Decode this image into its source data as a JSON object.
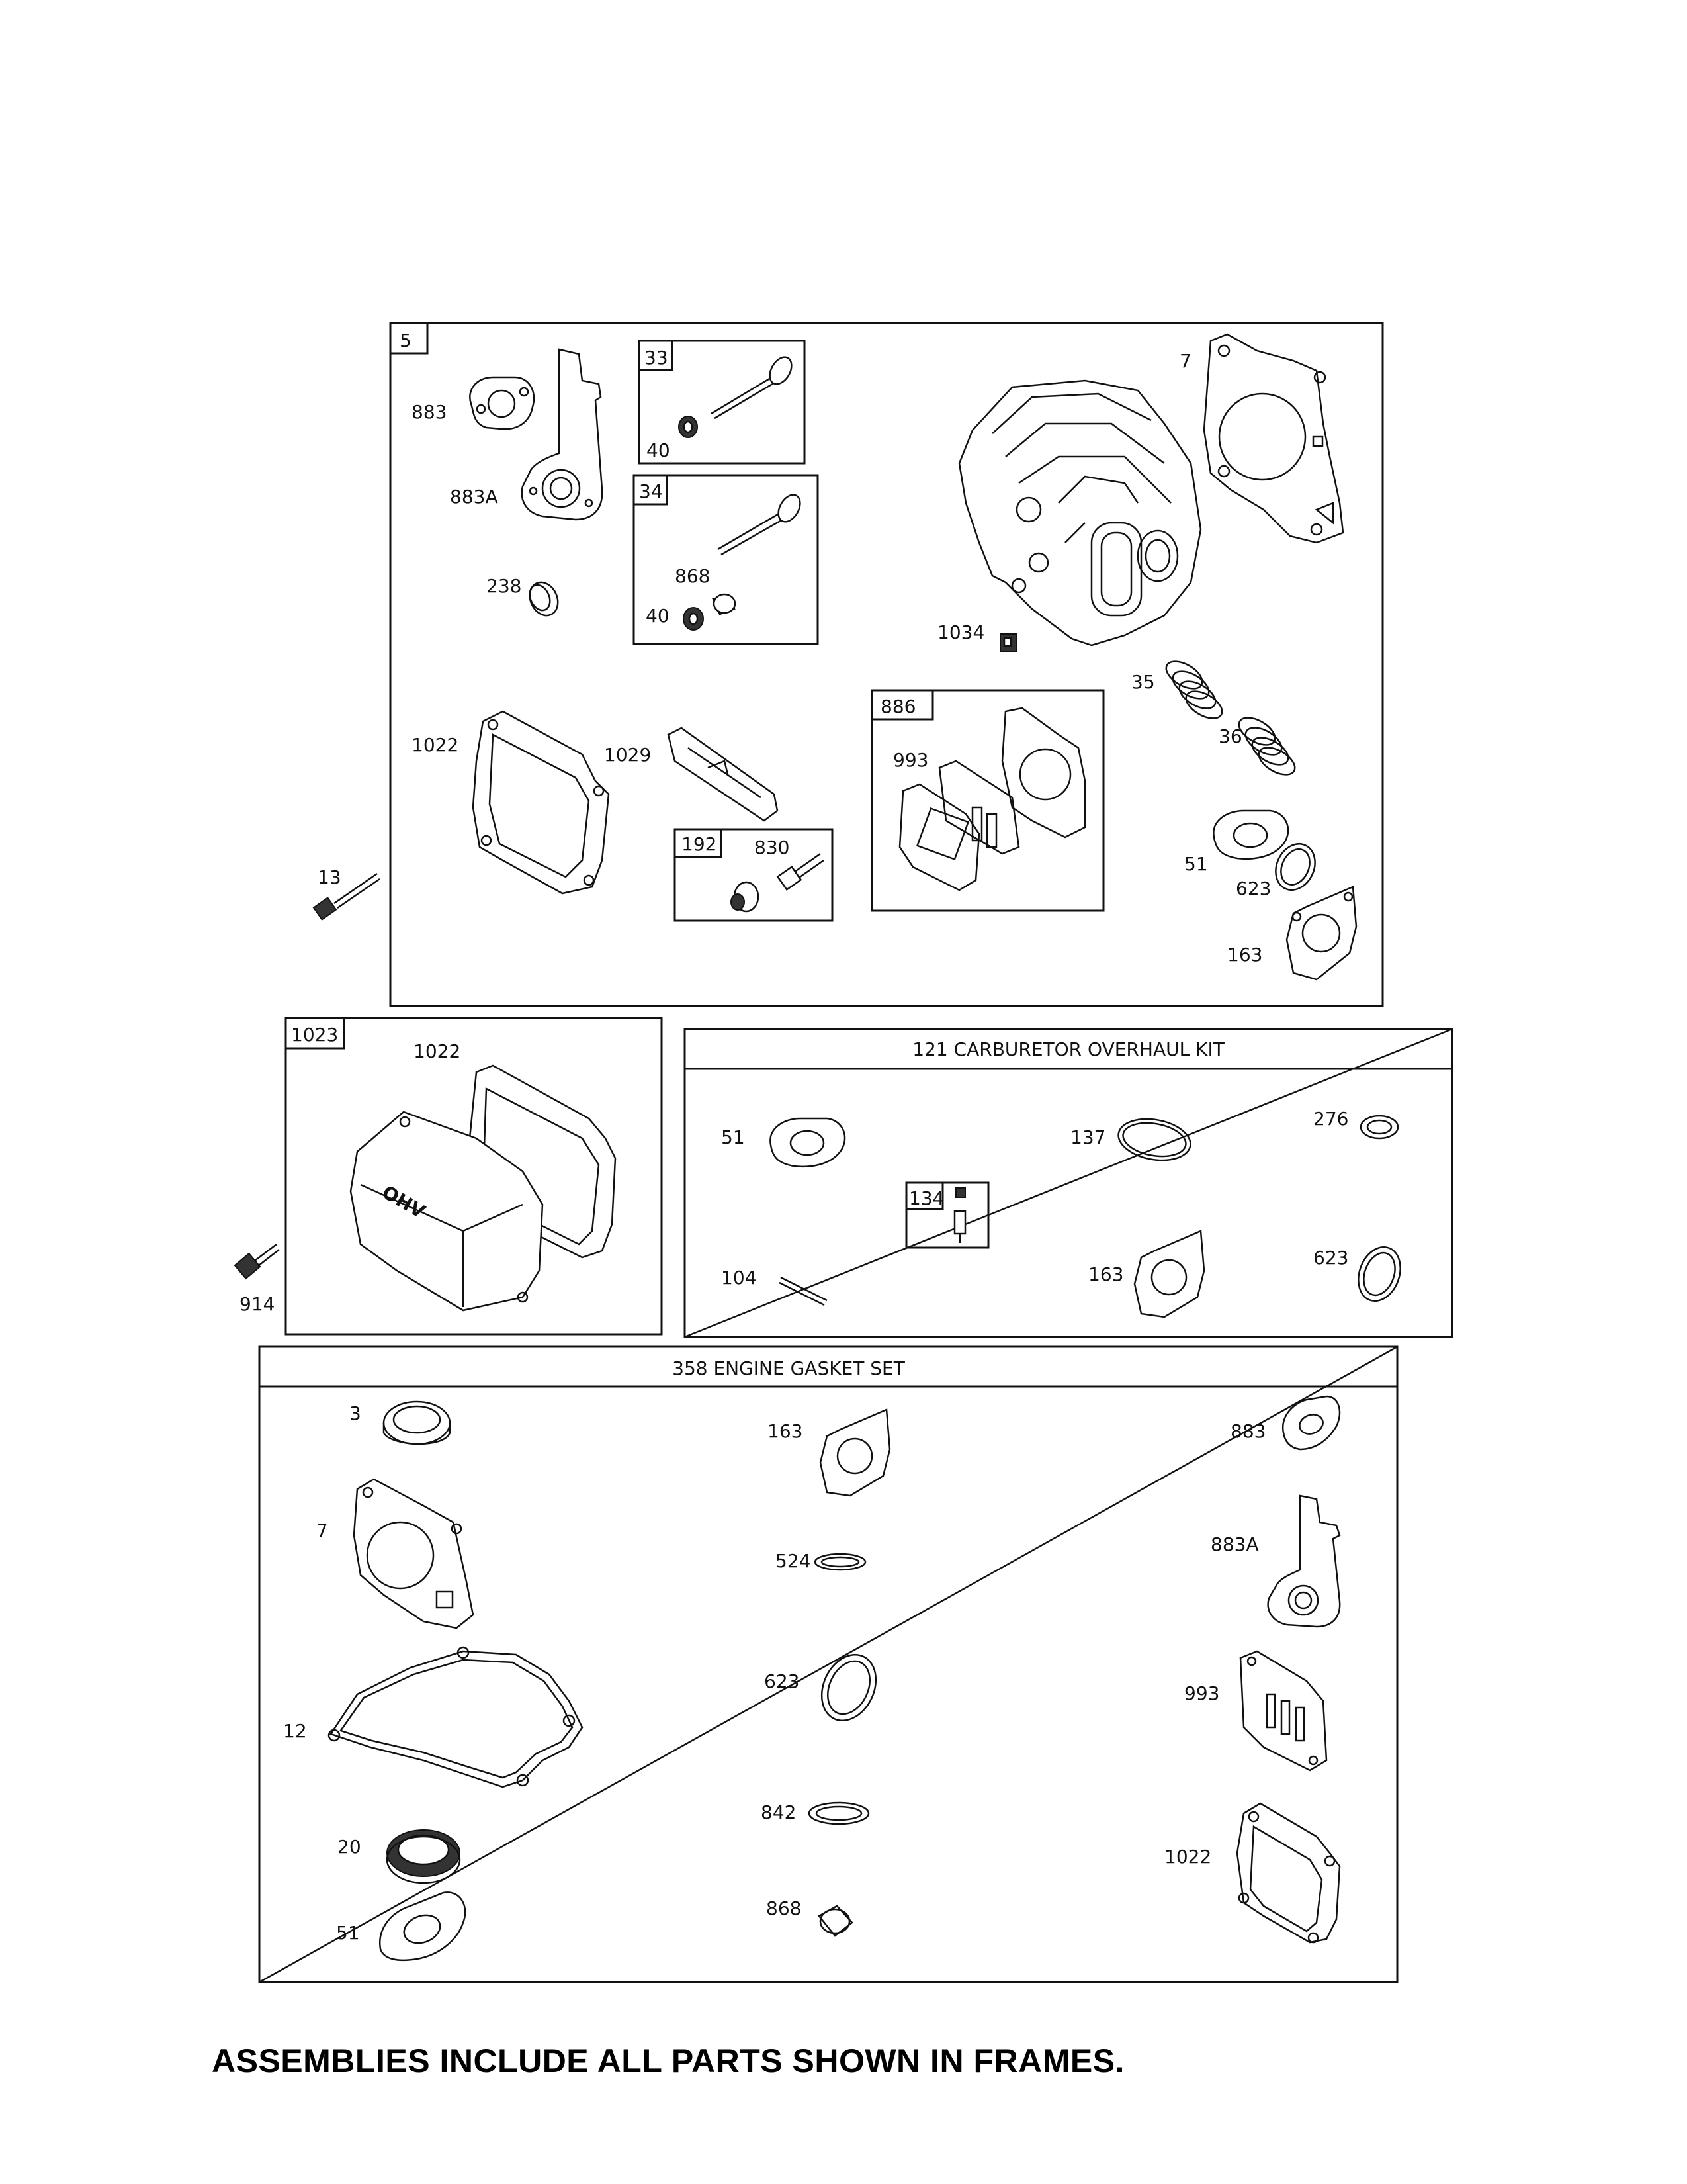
{
  "footer": "ASSEMBLIES INCLUDE ALL PARTS SHOWN IN FRAMES.",
  "frames": {
    "head_assembly": "5",
    "intake_valve": "33",
    "exhaust_valve": "34",
    "intake_gasket_kit": "886",
    "adjuster": "192",
    "valve_cover": "1023",
    "carburetor_kit": "121 CARBURETOR OVERHAUL KIT",
    "carb_part_frame": "134",
    "gasket_set": "358 ENGINE GASKET SET"
  },
  "labels": {
    "p883": "883",
    "p883a": "883A",
    "p238": "238",
    "p40a": "40",
    "p868": "868",
    "p40b": "40",
    "p7": "7",
    "p1034": "1034",
    "p35": "35",
    "p36": "36",
    "p1022": "1022",
    "p1029": "1029",
    "p993": "993",
    "p830": "830",
    "p51": "51",
    "p623": "623",
    "p163": "163",
    "p13": "13",
    "c1022": "1022",
    "c914": "914",
    "k51": "51",
    "k137": "137",
    "k276": "276",
    "k104": "104",
    "k163": "163",
    "k623": "623",
    "g3": "3",
    "g163": "163",
    "g883": "883",
    "g7": "7",
    "g524": "524",
    "g883a": "883A",
    "g623": "623",
    "g993": "993",
    "g12": "12",
    "g842": "842",
    "g20": "20",
    "g1022": "1022",
    "g51": "51",
    "g868": "868",
    "ohv": "OHV"
  }
}
